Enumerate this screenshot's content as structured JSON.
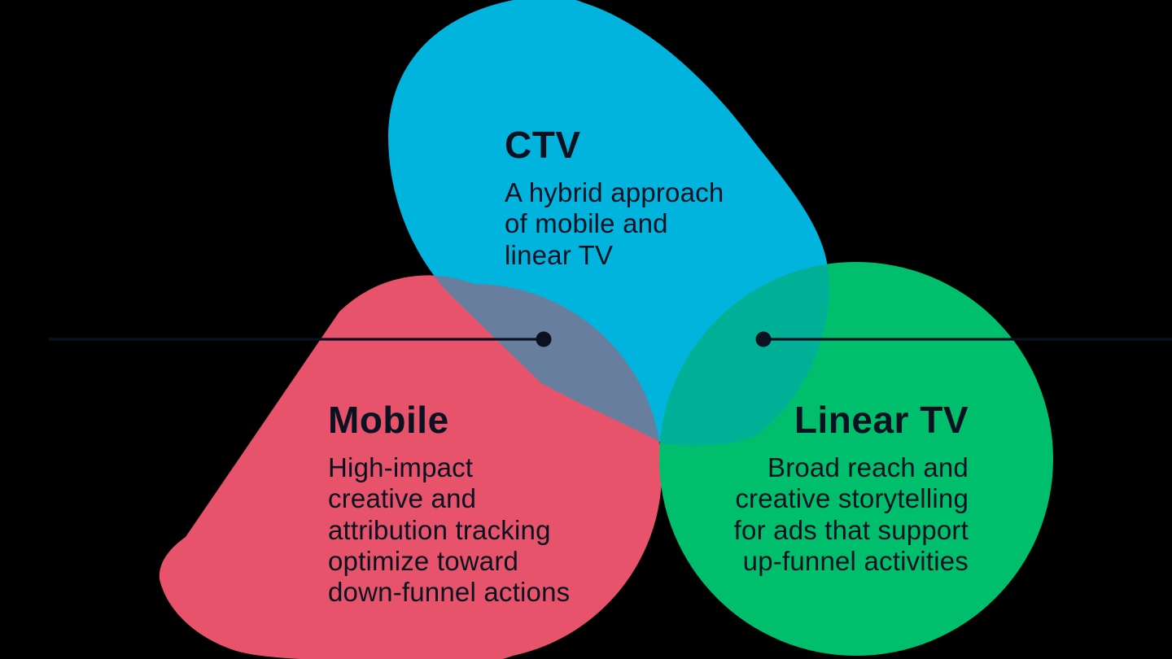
{
  "canvas": {
    "background": "#000000"
  },
  "colors": {
    "ctv": "#00B4DE",
    "mobile": "#E6536A",
    "linear": "#00BF6C",
    "ctv_mobile_overlap": "#687E9F",
    "ctv_linear_overlap": "#00B096",
    "text": "#0A1222",
    "line": "#0A1222"
  },
  "segments": {
    "ctv": {
      "title": "CTV",
      "lines": [
        "A hybrid approach",
        "of mobile and",
        "linear TV"
      ]
    },
    "mobile": {
      "title": "Mobile",
      "lines": [
        "High-impact",
        "creative and",
        "attribution tracking",
        "optimize toward",
        "down-funnel actions"
      ]
    },
    "linear": {
      "title": "Linear TV",
      "lines": [
        "Broad reach and",
        "creative storytelling",
        "for ads that support",
        "up-funnel activities"
      ]
    }
  }
}
